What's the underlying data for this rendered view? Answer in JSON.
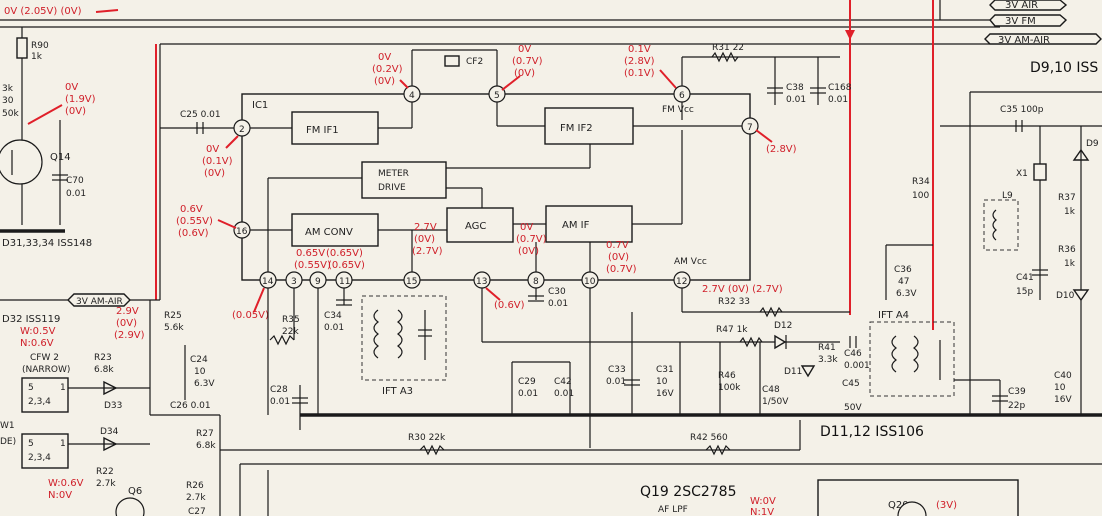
{
  "top_bus": {
    "red_top": "0V (2.05V) (0V)",
    "v3_air": "3V AIR",
    "v3_fm": "3V FM",
    "v3_am_air": "3V AM-AIR"
  },
  "ic": {
    "name": "IC1",
    "fm_if1": "FM IF1",
    "fm_if2": "FM IF2",
    "fm_vcc": "FM Vcc",
    "meter_drive_1": "METER",
    "meter_drive_2": "DRIVE",
    "am_conv": "AM CONV",
    "agc": "AGC",
    "am_if": "AM IF",
    "am_vcc": "AM Vcc",
    "pins": [
      "2",
      "4",
      "5",
      "6",
      "7",
      "16",
      "14",
      "3",
      "9",
      "11",
      "15",
      "13",
      "8",
      "10",
      "12"
    ]
  },
  "components": {
    "r90": "R90",
    "r90v": "1k",
    "r_left_a": "3k",
    "r_left_b": "30",
    "r_left_c": "50k",
    "q14": "Q14",
    "c70": "C70",
    "c70v": "0.01",
    "c25": "C25 0.01",
    "cf2": "CF2",
    "r31": "R31 22",
    "c38": "C38",
    "c38v": "0.01",
    "c168": "C168",
    "c168v": "0.01",
    "d910": "D9,10 ISS",
    "d9": "D9",
    "c35": "C35 100p",
    "x1": "X1",
    "r34": "R34",
    "r34v": "100",
    "l9": "L9",
    "r37": "R37",
    "r37v": "1k",
    "r36": "R36",
    "r36v": "1k",
    "c36": "C36",
    "c36v": "47",
    "c36v2": "6.3V",
    "c41": "C41",
    "c41v": "15p",
    "d10": "D10",
    "ift_a4": "IFT A4",
    "c40": "C40",
    "c40v": "10",
    "c40v2": "16V",
    "c39": "C39",
    "c39v": "22p",
    "d31": "D31,33,34 ISS148",
    "v3amair": "3V AM-AIR",
    "r25": "R25",
    "r25v": "5.6k",
    "d32": "D32 ISS119",
    "cfw2": "CFW 2",
    "cfw2n": "(NARROW)",
    "sw_a1": "5",
    "sw_a2": "2,3,4",
    "sw_a3": "1",
    "sw_b1": "5",
    "sw_b2": "2,3,4",
    "sw_b3": "1",
    "r23": "R23",
    "r23v": "6.8k",
    "d33": "D33",
    "c24": "C24",
    "c24v": "10",
    "c24v2": "6.3V",
    "d34": "D34",
    "c26": "C26 0.01",
    "r27": "R27",
    "r27v": "6.8k",
    "r22": "R22",
    "r22v": "2.7k",
    "q6": "Q6",
    "r26": "R26",
    "r26v": "2.7k",
    "c27": "C27",
    "r35": "R35",
    "r35v": "22k",
    "c34": "C34",
    "c34v": "0.01",
    "c28": "C28",
    "c28v": "0.01",
    "ift_a3": "IFT A3",
    "c30": "C30",
    "c30v": "0.01",
    "r32": "R32 33",
    "r47": "R47 1k",
    "d12": "D12",
    "r41": "R41",
    "r41v": "3.3k",
    "c46": "C46",
    "c46v": "0.001",
    "d11": "D11",
    "c45": "C45",
    "c45v": "50V",
    "c33": "C33",
    "c33v": "0.01",
    "c31": "C31",
    "c31v": "10",
    "c31v2": "16V",
    "r46": "R46",
    "r46v": "100k",
    "c48": "C48",
    "c48v": "1/50V",
    "c29": "C29",
    "c29v": "0.01",
    "c42": "C42",
    "c42v": "0.01",
    "d1112": "D11,12 ISS106",
    "r30": "R30 22k",
    "r42": "R42 560",
    "q19": "Q19 2SC2785",
    "af_lpf": "AF LPF",
    "q20": "Q20",
    "sw_lbl_w": "W1",
    "sw_lbl_de": "DE)"
  },
  "voltages": {
    "q_top": "0V",
    "q_top2": "(1.9V)",
    "q_top3": "(0V)",
    "p4": "0V",
    "p4b": "(0.2V)",
    "p4c": "(0V)",
    "p5": "0V",
    "p5b": "(0.7V)",
    "p5c": "(0V)",
    "p6": "0.1V",
    "p6b": "(2.8V)",
    "p6c": "(0.1V)",
    "p7": "(2.8V)",
    "p2": "0V",
    "p2b": "(0.1V)",
    "p2c": "(0V)",
    "p16": "0.6V",
    "p16b": "(0.55V)",
    "p16c": "(0.6V)",
    "p9a": "0.65V",
    "p9b": "(0.65V)",
    "p9c": "(0.55V)",
    "p9d": "(0.65V)",
    "p15": "2.7V",
    "p15b": "(0V)",
    "p15c": "(2.7V)",
    "p8": "0V",
    "p8b": "(0.7V)",
    "p8c": "(0V)",
    "p10": "0.7V",
    "p10b": "(0V)",
    "p10c": "(0.7V)",
    "p12": "2.7V (0V) (2.7V)",
    "p14": "(0.05V)",
    "p13": "(0.6V)",
    "d32a": "W:0.5V",
    "d32b": "N:0.6V",
    "r25a": "2.9V",
    "r25b": "(0V)",
    "r25c": "(2.9V)",
    "q6a": "W:0.6V",
    "q6b": "N:0V",
    "q19a": "W:0V",
    "q19b": "N:1V",
    "q20a": "(3V)"
  }
}
